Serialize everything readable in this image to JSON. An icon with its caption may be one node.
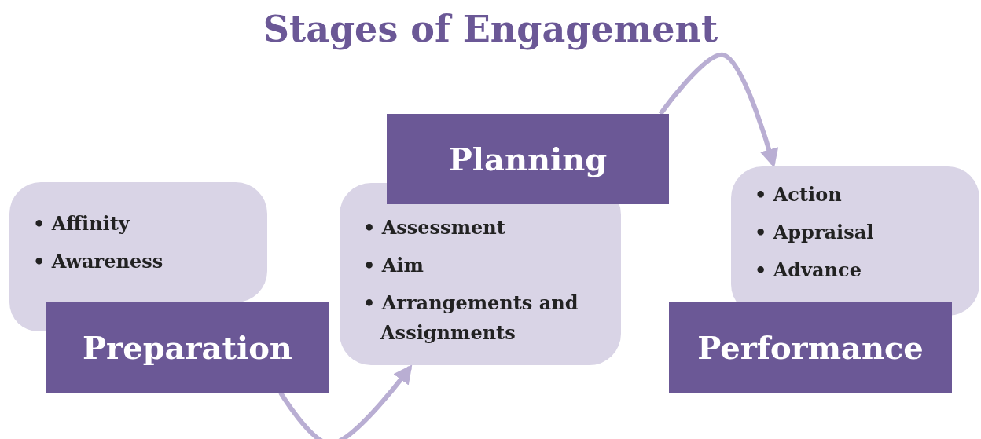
{
  "diagram": {
    "title": "Stages of Engagement",
    "nodes": [
      {
        "text": [
          "• Affinity",
          "• Awareness"
        ]
      },
      {
        "text": [
          "Preparation"
        ]
      },
      {
        "text": [
          "Planning"
        ]
      },
      {
        "text": [
          "• Assessment",
          "• Aim",
          "• Arrangements and Assignments"
        ]
      },
      {
        "text": [
          "• Action",
          "• Appraisal",
          "• Advance"
        ]
      },
      {
        "text": [
          "Performance"
        ]
      }
    ],
    "edges": [
      {
        "from": 1,
        "to": 3,
        "arrow": "to"
      },
      {
        "from": 2,
        "to": 4,
        "arrow": "to"
      }
    ]
  }
}
